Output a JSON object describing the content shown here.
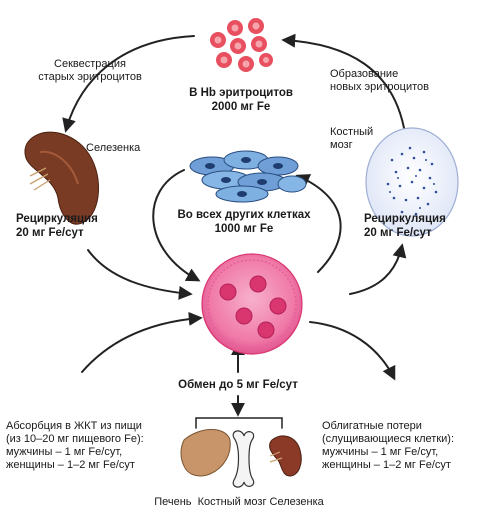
{
  "hb": {
    "line1": "В Hb эритроцитов",
    "line2": "2000 мг Fe"
  },
  "sequestration": {
    "line1": "Секвестрация",
    "line2": "старых эритроцитов"
  },
  "formation": {
    "line1": "Образование",
    "line2": "новых эритроцитов"
  },
  "spleen_label": "Селезенка",
  "bone_marrow_label": {
    "line1": "Костный",
    "line2": "мозг"
  },
  "recirc_left": {
    "line1": "Рециркуляция",
    "line2": "20 мг Fe/сут"
  },
  "recirc_right": {
    "line1": "Рециркуляция",
    "line2": "20 мг Fe/сут"
  },
  "other_cells": {
    "line1": "Во всех других клетках",
    "line2": "1000 мг Fe"
  },
  "exchange": "Обмен до 5 мг Fe/сут",
  "absorption": {
    "line1": "Абсорбция в ЖКТ из пищи",
    "line2": "(из 10–20 мг пищевого Fe):",
    "line3": "мужчины – 1 мг Fe/сут,",
    "line4": "женщины – 1–2 мг Fe/сут"
  },
  "losses": {
    "line1": "Облигатные потери",
    "line2": "(слущивающиеся клетки):",
    "line3": "мужчины – 1 мг Fe/сут,",
    "line4": "женщины – 1–2 мг Fe/сут"
  },
  "organs_caption": "Печень  Костный мозг Селезенка",
  "colors": {
    "rbc": "#e8505f",
    "plasma_pool": "#f07aa8",
    "plasma_pool_dark": "#d9366f",
    "spleen": "#7a3b24",
    "liver": "#c8956a",
    "bone": "#f4f4f4",
    "cells": "#6f9fd6",
    "marrow_cell": "#c9d5f0",
    "arrow": "#222222"
  }
}
